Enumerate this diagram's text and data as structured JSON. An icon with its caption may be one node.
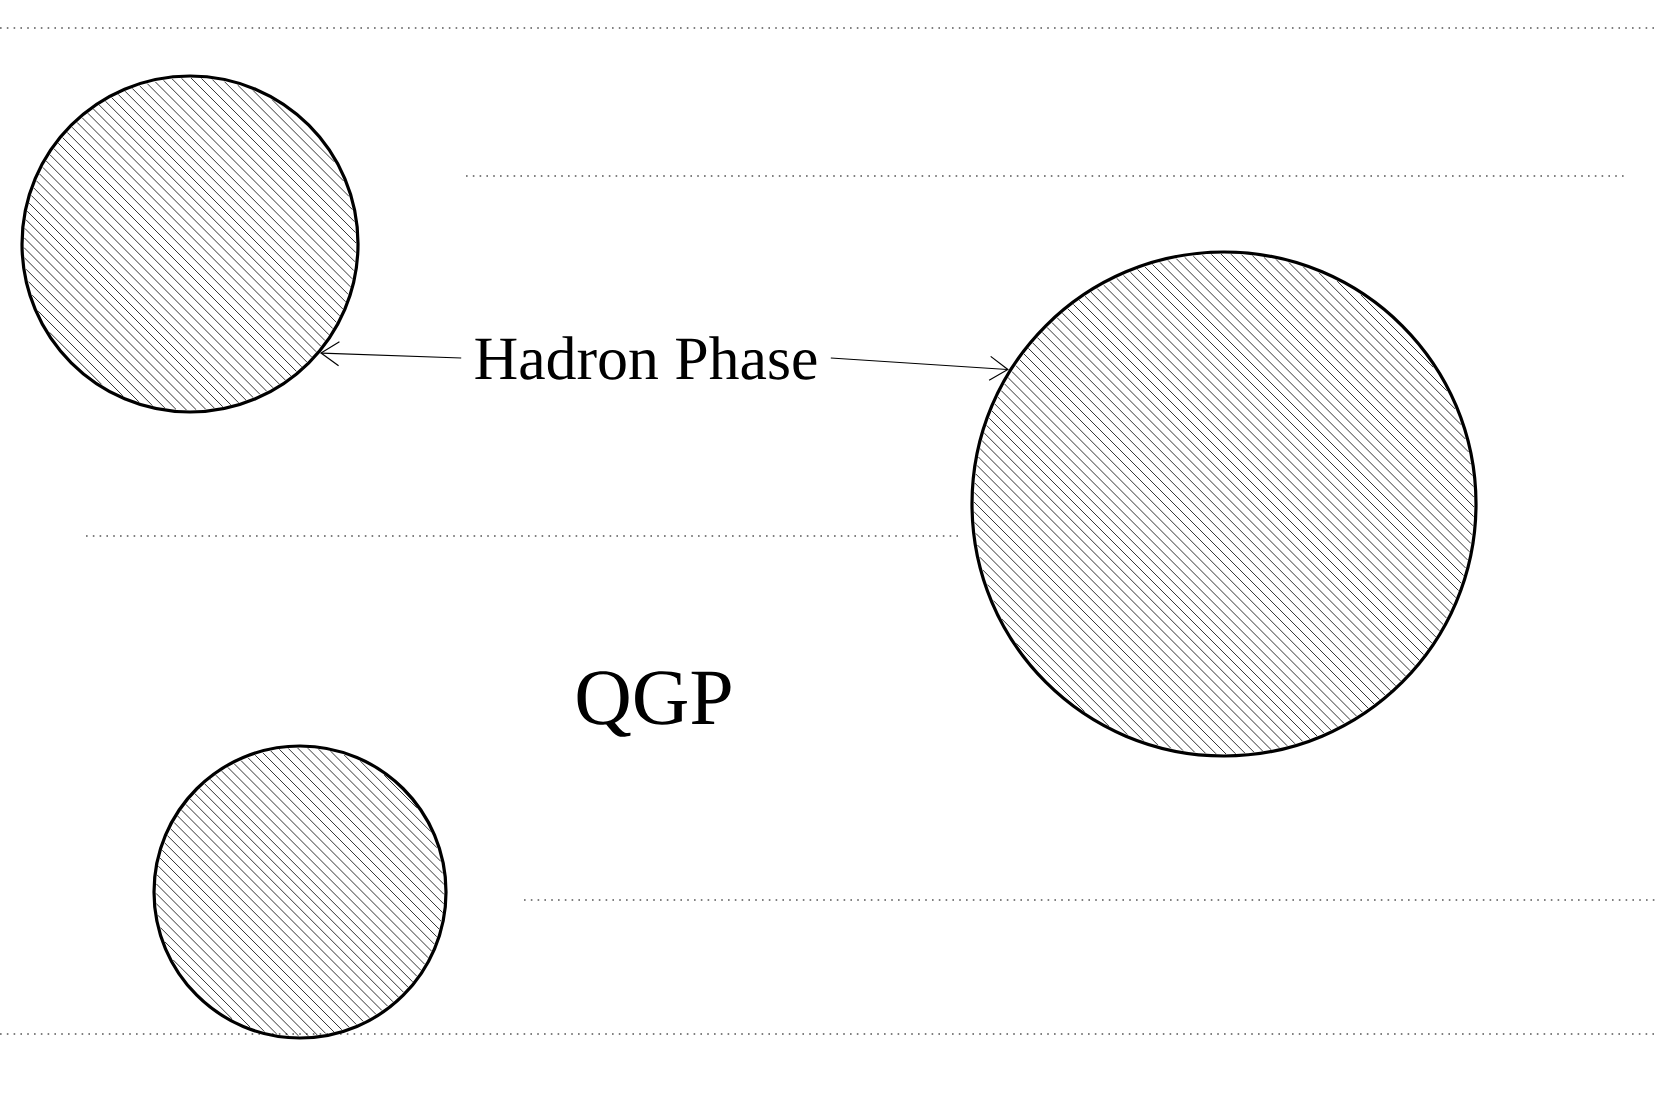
{
  "diagram": {
    "nodes": [
      {
        "text": [],
        "shape": "circle"
      },
      {
        "text": [
          "Hadron Phase"
        ]
      },
      {
        "text": [],
        "shape": "circle"
      },
      {
        "text": [],
        "shape": "circle"
      }
    ],
    "edges": [
      {
        "from": 1,
        "to": 0,
        "arrow": "to"
      },
      {
        "from": 1,
        "to": 2,
        "arrow": "to"
      }
    ],
    "labels": [
      "QGP"
    ]
  }
}
